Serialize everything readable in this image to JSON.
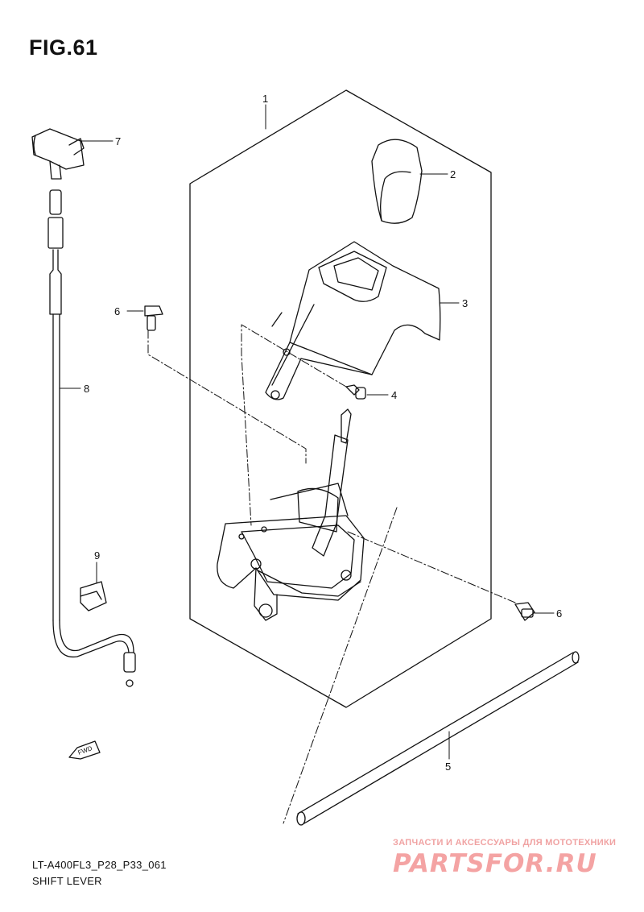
{
  "figure": {
    "title": "FIG.61",
    "code": "LT-A400FL3_P28_P33_061",
    "name": "SHIFT LEVER"
  },
  "callouts": [
    {
      "ref": "1"
    },
    {
      "ref": "2"
    },
    {
      "ref": "3"
    },
    {
      "ref": "4"
    },
    {
      "ref": "5"
    },
    {
      "ref": "6"
    },
    {
      "ref": "6"
    },
    {
      "ref": "7"
    },
    {
      "ref": "8"
    },
    {
      "ref": "9"
    }
  ],
  "fwd_label": "FWD",
  "watermark": {
    "tagline": "ЗАПЧАСТИ И АКСЕССУАРЫ ДЛЯ МОТОТЕХНИКИ",
    "logo": "PARTSFOR.RU"
  },
  "colors": {
    "ink": "#111111",
    "watermark": "#f0a2a2"
  }
}
